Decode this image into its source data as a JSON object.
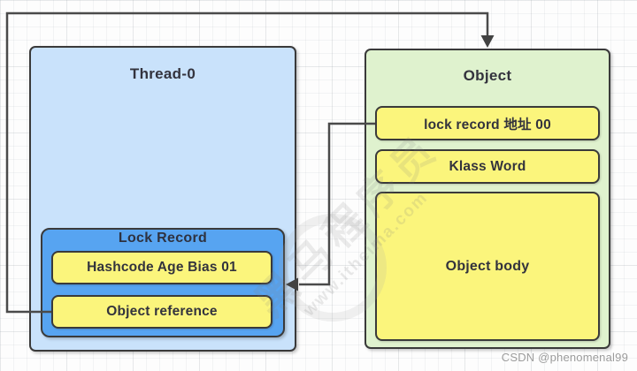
{
  "thread": {
    "title": "Thread-0",
    "lock_record": {
      "title": "Lock Record",
      "rows": [
        "Hashcode Age Bias 01",
        "Object reference"
      ]
    }
  },
  "object": {
    "title": "Object",
    "rows": [
      "lock record 地址 00",
      "Klass Word",
      "Object body"
    ]
  },
  "connectors": [
    {
      "name": "object-reference-to-object",
      "from": "Object reference",
      "to": "Object",
      "arrow": "down"
    },
    {
      "name": "lock-record-address-to-lock-record",
      "from": "lock record 地址 00",
      "to": "Lock Record",
      "arrow": "left"
    }
  ],
  "watermark": {
    "site_name": "黑马程序员",
    "site_url": "www.itheima.com",
    "credit": "CSDN @phenomenal99"
  },
  "colors": {
    "thread_fill": "#c9e2fb",
    "object_fill": "#dff2ce",
    "lock_record_fill": "#57a4f1",
    "row_fill": "#fbf57c",
    "box_border": "#3a3a3a",
    "connector": "#4a4a4a",
    "text": "#33333d"
  }
}
